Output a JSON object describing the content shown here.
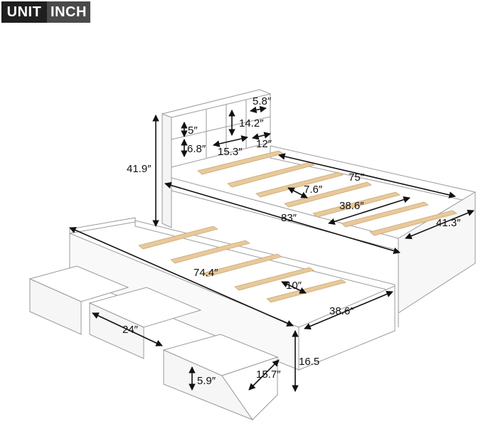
{
  "badge": {
    "unit": "UNIT",
    "inch": "INCH"
  },
  "dimensions": {
    "shelf_w": "5.8″",
    "shelf_h_top": "5″",
    "shelf_h_mid": "14.2″",
    "shelf_h_low": "6.8″",
    "shelf_depth": "15.3″",
    "shelf_gap": "12″",
    "headboard_h": "41.9″",
    "rail_len": "75″",
    "slat_gap": "7.6″",
    "slat_len": "38.6″",
    "bed_len": "83″",
    "bed_w": "41.3″",
    "trundle_len": "74.4″",
    "trundle_slat_gap": "10″",
    "trundle_w": "38.6″",
    "drawer_w": "24″",
    "trundle_h": "16.5",
    "drawer_d": "15.7″",
    "drawer_h": "5.9″"
  },
  "colors": {
    "wood": "#e8c99a",
    "frame": "#ffffff",
    "line": "#222222"
  }
}
